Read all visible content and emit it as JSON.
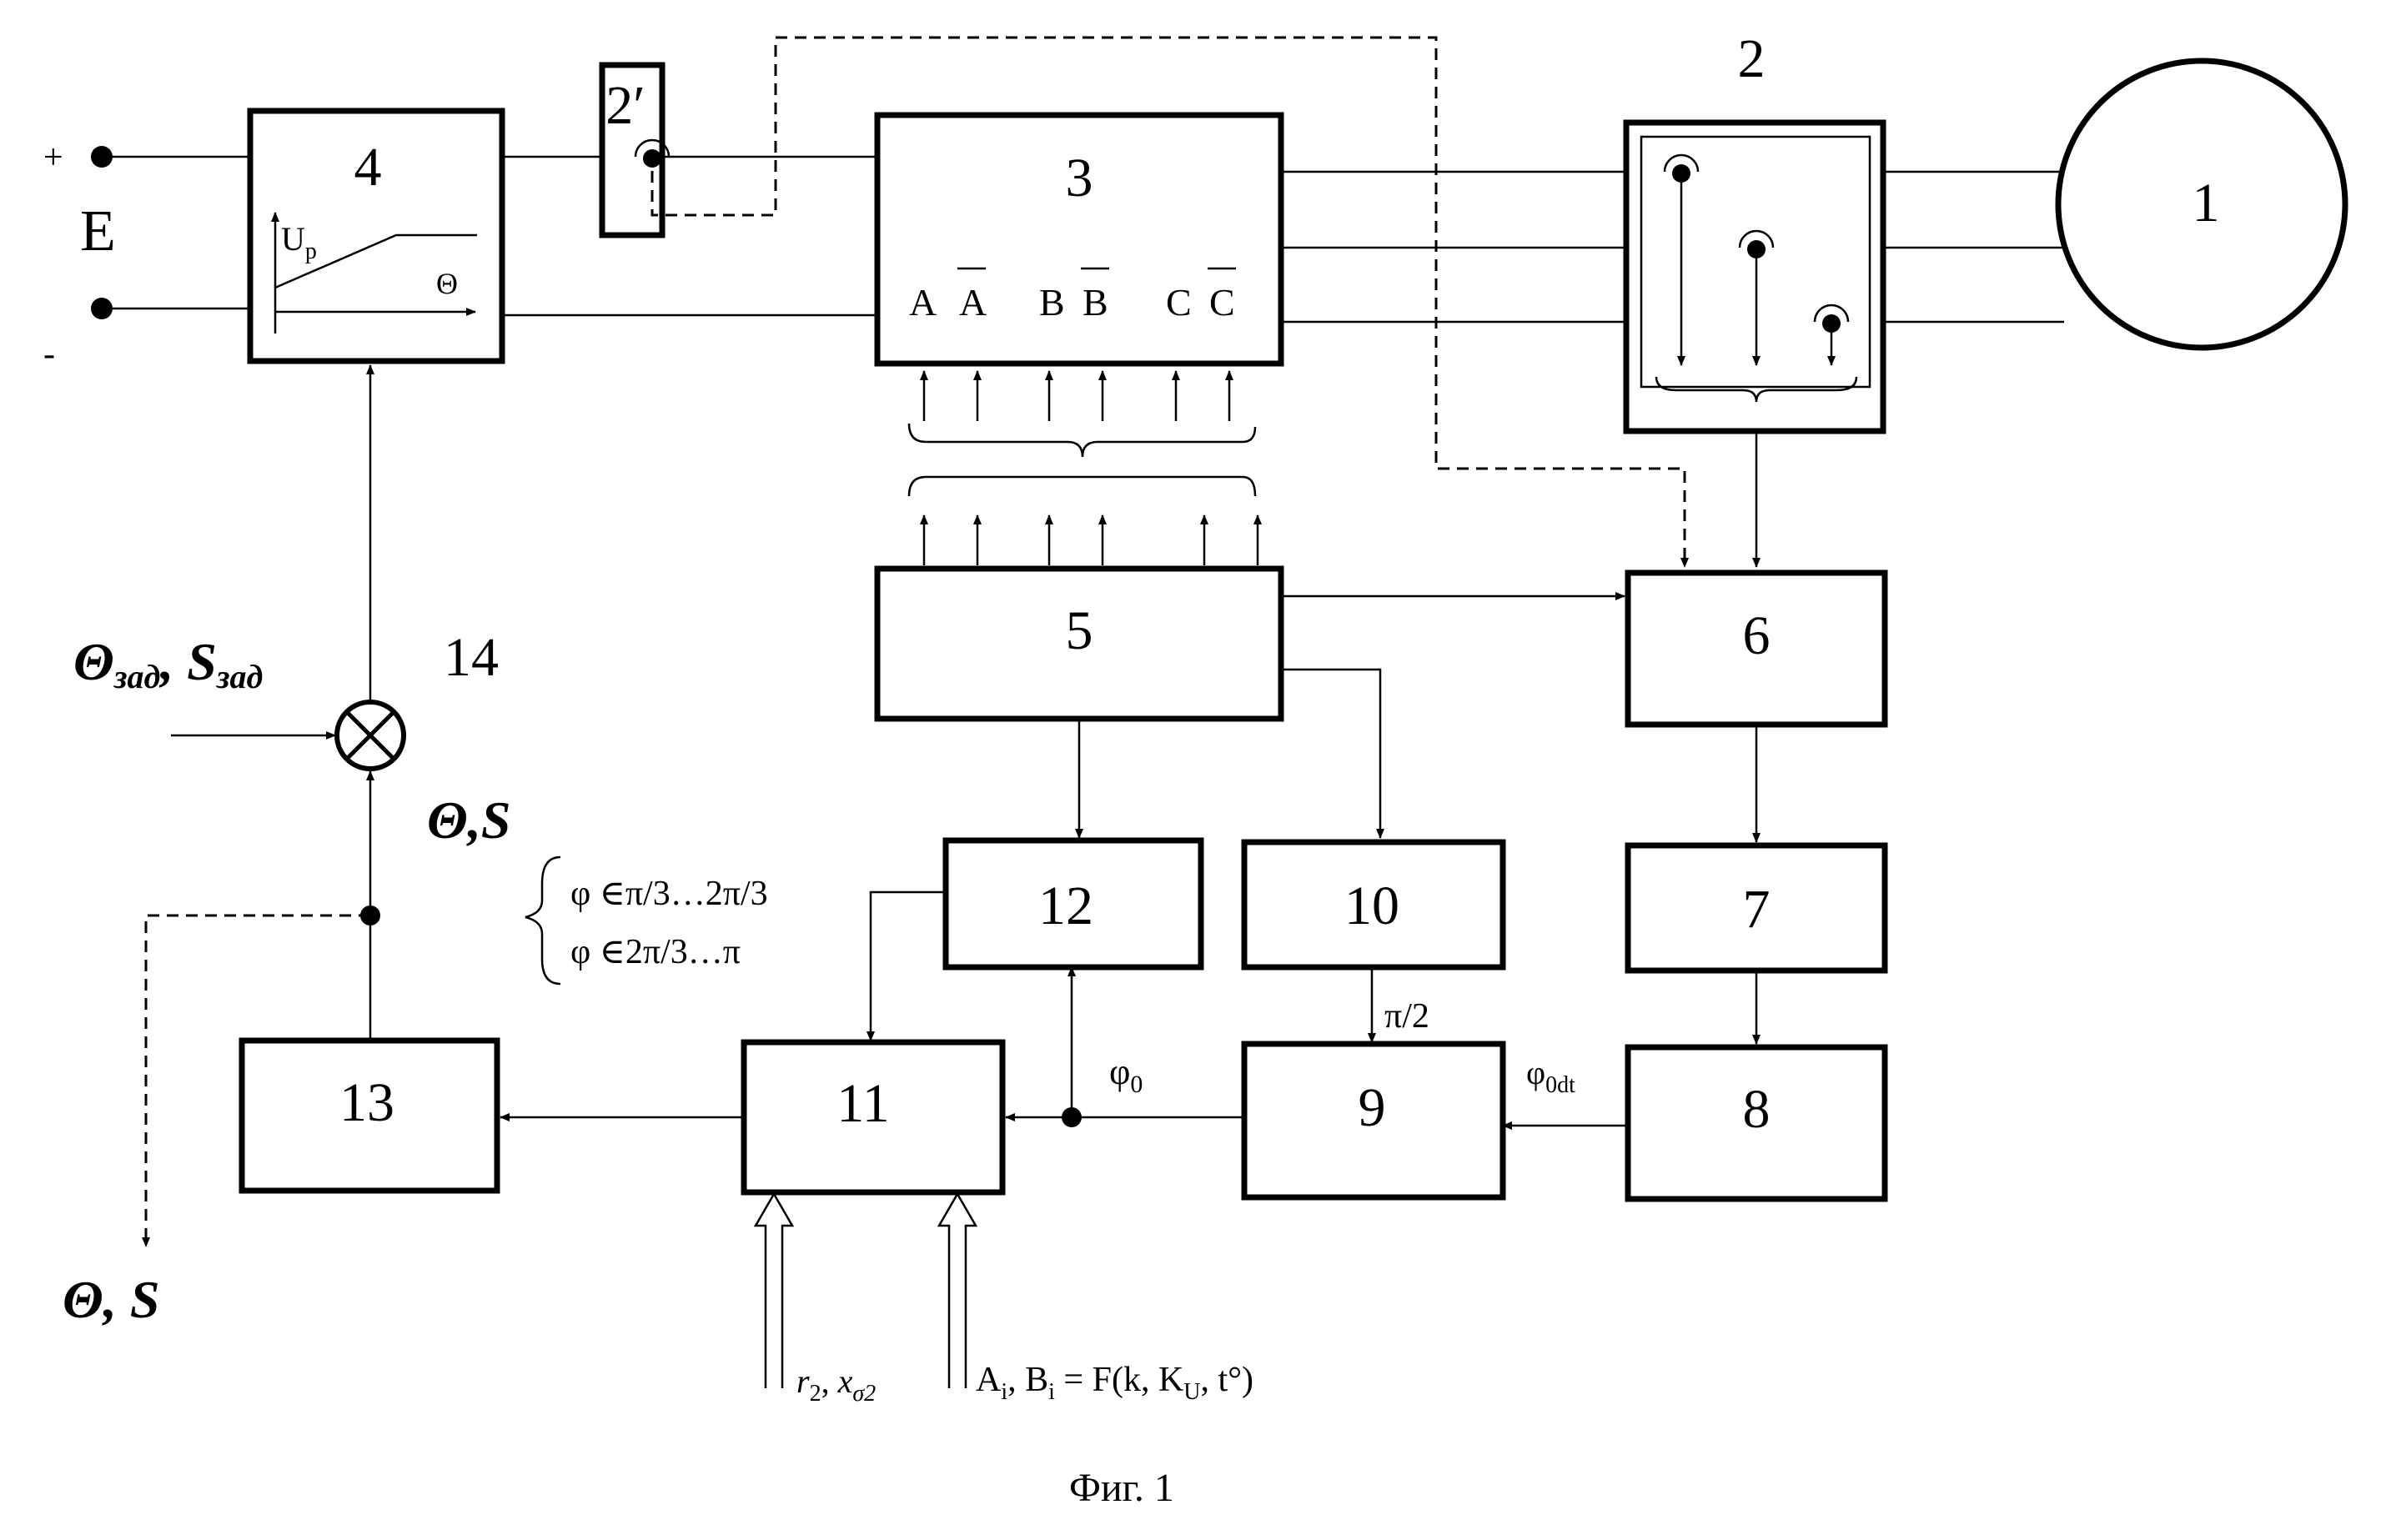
{
  "blocks": {
    "b1": "1",
    "b2": "2",
    "b2p": "2′",
    "b3": "3",
    "b4": "4",
    "b5": "5",
    "b6": "6",
    "b7": "7",
    "b8": "8",
    "b9": "9",
    "b10": "10",
    "b11": "11",
    "b12": "12",
    "b13": "13",
    "b14": "14"
  },
  "labels": {
    "plus": "+",
    "minus": "-",
    "source_E": "E",
    "up": "U",
    "up_sub": "p",
    "theta_axis": "Θ",
    "phases": [
      "A",
      "A",
      "B",
      "B",
      "C",
      "C"
    ],
    "setpoint_a": "Θ",
    "setpoint_a_sub": "зад",
    "setpoint_b": "S",
    "setpoint_b_sub": "зад",
    "feedback": "Θ,S",
    "output": "Θ, S",
    "range1": "φ ∈π/3…2π/3",
    "range2": "φ ∈2π/3…π",
    "pi_half": "π/2",
    "phi0": "φ",
    "phi0_sub": "0",
    "phi0dt": "φ",
    "phi0dt_sub": "0dt",
    "params_r": "r",
    "params_r_sub": "2",
    "params_x": "x",
    "params_x_sub": "σ2",
    "coef_func": "A",
    "coef_func_i": "i",
    "coef_func_b": "B",
    "coef_func_bi": "i",
    "coef_func_rest": "= F(k, K",
    "coef_func_ku": "U",
    "coef_func_end": ", t°)",
    "caption": "Фиг. 1"
  }
}
